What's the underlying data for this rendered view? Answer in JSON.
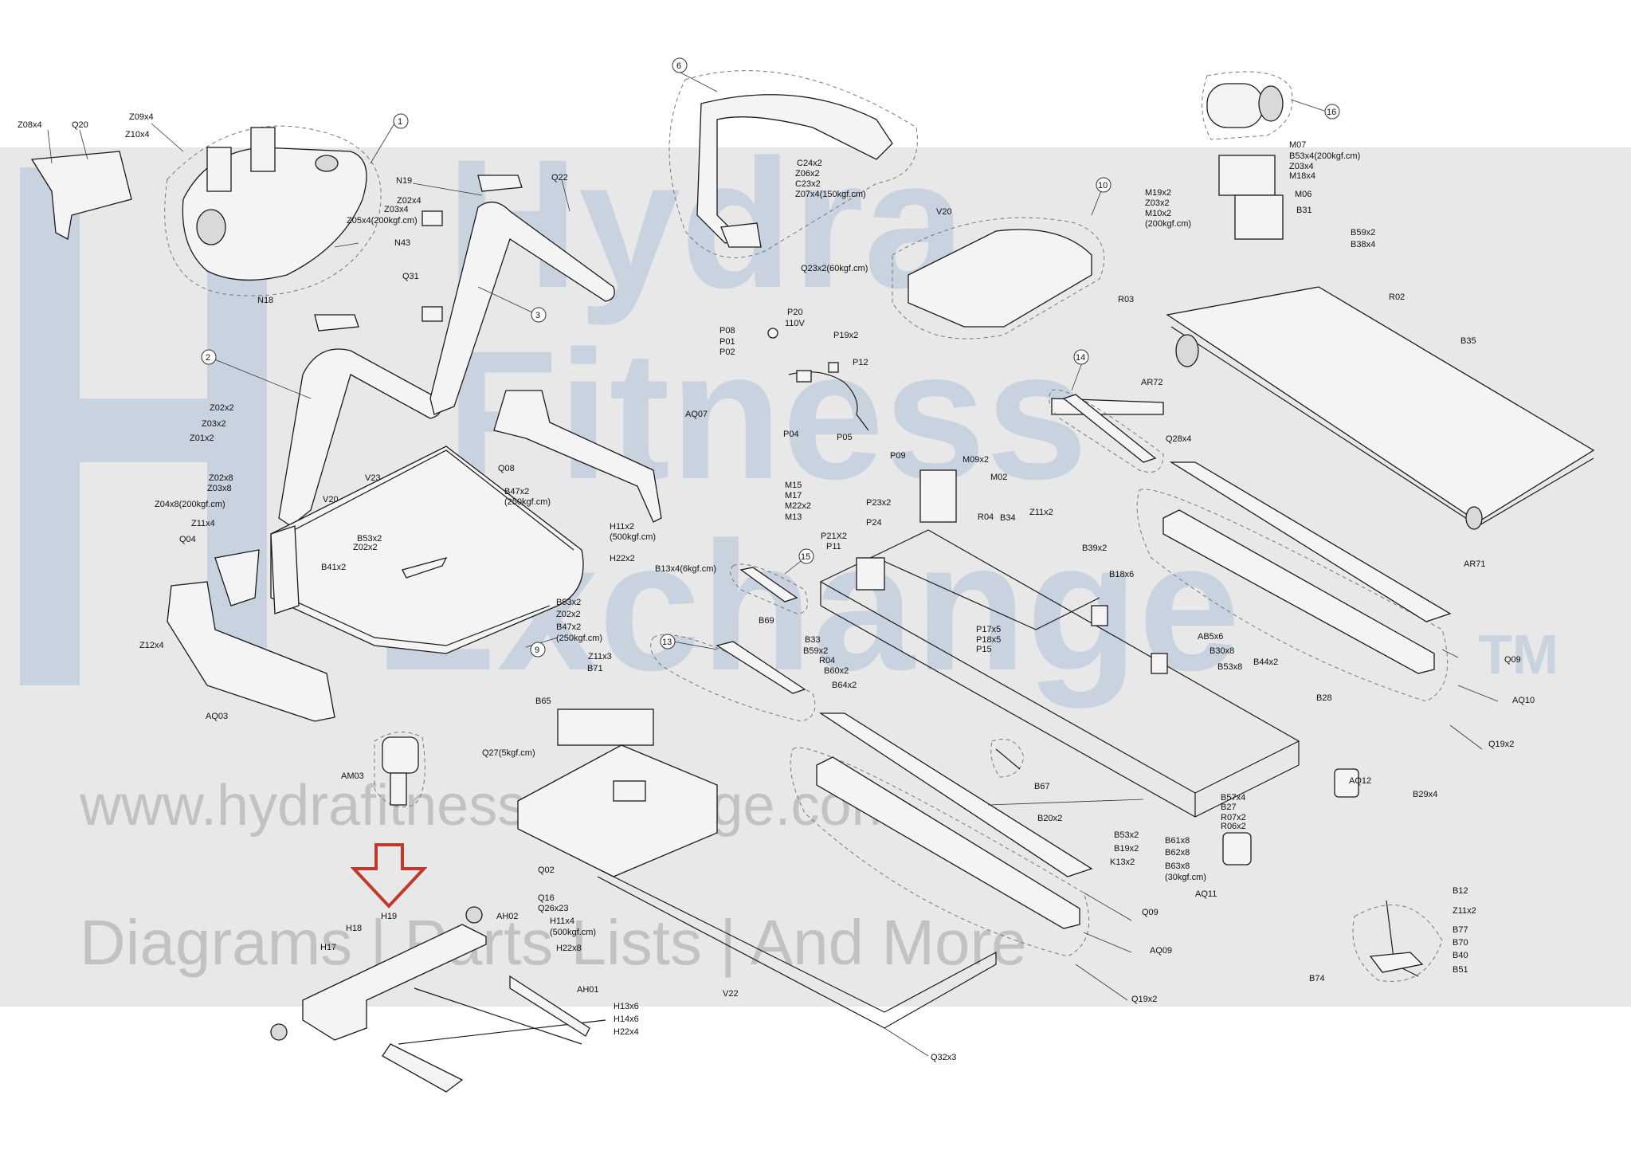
{
  "watermark": {
    "brand_line1": "Hydra",
    "brand_line2": "Fitness",
    "brand_line3": "Exchange",
    "trademark": "TM",
    "url": "www.hydrafitnessexchange.com",
    "tagline": "Diagrams | Parts Lists | And More"
  },
  "callouts": [
    "1",
    "2",
    "3",
    "6",
    "9",
    "10",
    "13",
    "14",
    "15",
    "16"
  ],
  "labels": {
    "z08x4": "Z08x4",
    "q20": "Q20",
    "z09x4": "Z09x4",
    "z10x4": "Z10x4",
    "n19": "N19",
    "q22": "Q22",
    "z02x4": "Z02x4",
    "z03x4": "Z03x4",
    "z05x4": "Z05x4(200kgf.cm)",
    "n43": "N43",
    "n18": "N18",
    "q31": "Q31",
    "z02x2": "Z02x2",
    "z03x2": "Z03x2",
    "z01x2": "Z01x2",
    "z02x8": "Z02x8",
    "z03x8": "Z03x8",
    "z04x8": "Z04x8(200kgf.cm)",
    "z11x4": "Z11x4",
    "q04": "Q04",
    "v20a": "V20",
    "v23": "V23",
    "q08": "Q08",
    "b47x2a": "B47x2",
    "kgf250a": "(250kgf.cm)",
    "b53x2a": "B53x2",
    "z02x2b": "Z02x2",
    "b41x2": "B41x2",
    "h11x2a": "H11x2",
    "kgf500a": "(500kgf.cm)",
    "h22x2": "H22x2",
    "b53x2b": "B53x2",
    "z02x2c": "Z02x2",
    "b47x2b": "B47x2",
    "kgf250b": "(250kgf.cm)",
    "z12x4": "Z12x4",
    "aq03": "AQ03",
    "aq07": "AQ07",
    "c24x2": "C24x2",
    "z06x2": "Z06x2",
    "c23x2": "C23x2",
    "z07x4": "Z07x4(150kgf.cm)",
    "v20b": "V20",
    "q23x2": "Q23x2(60kgf.cm)",
    "p08": "P08",
    "p01": "P01",
    "p02": "P02",
    "p20": "P20",
    "v110": "110V",
    "p19x2": "P19x2",
    "p12": "P12",
    "p04": "P04",
    "p05": "P05",
    "p09": "P09",
    "m09x2": "M09x2",
    "m02": "M02",
    "m15": "M15",
    "m17": "M17",
    "m22x2": "M22x2",
    "m13": "M13",
    "p23x2": "P23x2",
    "p24": "P24",
    "p21x2": "P21X2",
    "p11": "P11",
    "r04a": "R04",
    "b34": "B34",
    "z11x2a": "Z11x2",
    "b39x2": "B39x2",
    "b13x4": "B13x4(6kgf.cm)",
    "b69": "B69",
    "b18x6": "B18x6",
    "b33": "B33",
    "b59x2a": "B59x2",
    "r04b": "R04",
    "b60x2": "B60x2",
    "b64x2": "B64x2",
    "p17x5": "P17x5",
    "p18x5": "P18x5",
    "p15": "P15",
    "ab5x6": "AB5x6",
    "b30x8": "B30x8",
    "b53x8": "B53x8",
    "b44x2": "B44x2",
    "b28": "B28",
    "m07": "M07",
    "b53x4": "B53x4(200kgf.cm)",
    "z03x4b": "Z03x4",
    "m18x4": "M18x4",
    "m19x2": "M19x2",
    "z03x2b": "Z03x2",
    "m10x2": "M10x2",
    "kgf200": "(200kgf.cm)",
    "m06": "M06",
    "b31": "B31",
    "b59x2b": "B59x2",
    "b38x4": "B38x4",
    "r03": "R03",
    "r02": "R02",
    "b35": "B35",
    "ar72": "AR72",
    "q28x4": "Q28x4",
    "ar71": "AR71",
    "q09a": "Q09",
    "aq10": "AQ10",
    "q19x2a": "Q19x2",
    "aq12": "AQ12",
    "b29x4": "B29x4",
    "z11x3": "Z11x3",
    "b71": "B71",
    "b65": "B65",
    "q27": "Q27(5kgf.cm)",
    "am03": "AM03",
    "q02": "Q02",
    "q16": "Q16",
    "q26x23": "Q26x23",
    "h11x4": "H11x4",
    "kgf500b": "(500kgf.cm)",
    "h22x8": "H22x8",
    "ah02": "AH02",
    "h19": "H19",
    "h18": "H18",
    "h17": "H17",
    "ah01": "AH01",
    "h13x6": "H13x6",
    "h14x6": "H14x6",
    "h22x4": "H22x4",
    "v22": "V22",
    "q32x3": "Q32x3",
    "b67": "B67",
    "b20x2": "B20x2",
    "b53x2c": "B53x2",
    "b19x2": "B19x2",
    "k13x2": "K13x2",
    "b61x8": "B61x8",
    "b62x8": "B62x8",
    "b63x8": "B63x8",
    "kgf30": "(30kgf.cm)",
    "b57x4": "B57x4",
    "b27": "B27",
    "r07x2": "R07x2",
    "r06x2": "R06x2",
    "aq11": "AQ11",
    "q09b": "Q09",
    "aq09": "AQ09",
    "q19x2b": "Q19x2",
    "b12": "B12",
    "z11x2b": "Z11x2",
    "b77": "B77",
    "b70": "B70",
    "b40": "B40",
    "b51": "B51",
    "b74": "B74"
  },
  "highlight": {
    "part": "H19",
    "arrow_color": "#c0392b"
  }
}
